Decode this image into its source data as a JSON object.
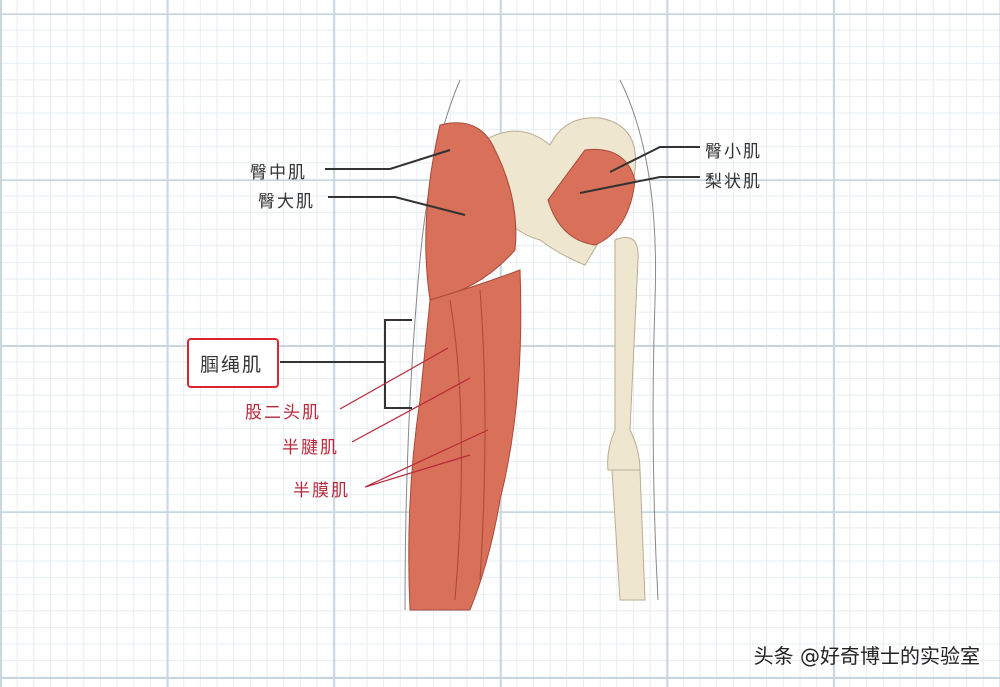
{
  "labels": {
    "gluteus_medius": "臀中肌",
    "gluteus_maximus": "臀大肌",
    "gluteus_minimus": "臀小肌",
    "piriformis": "梨状肌",
    "hamstrings": "腘绳肌",
    "biceps_femoris": "股二头肌",
    "semitendinosus": "半腱肌",
    "semimembranosus": "半膜肌"
  },
  "colors": {
    "muscle": "#d9705a",
    "bone": "#efe6cf",
    "highlight_box": "#d9262f",
    "sub_label": "#b8283a"
  },
  "watermark": "头条 @好奇博士的实验室"
}
